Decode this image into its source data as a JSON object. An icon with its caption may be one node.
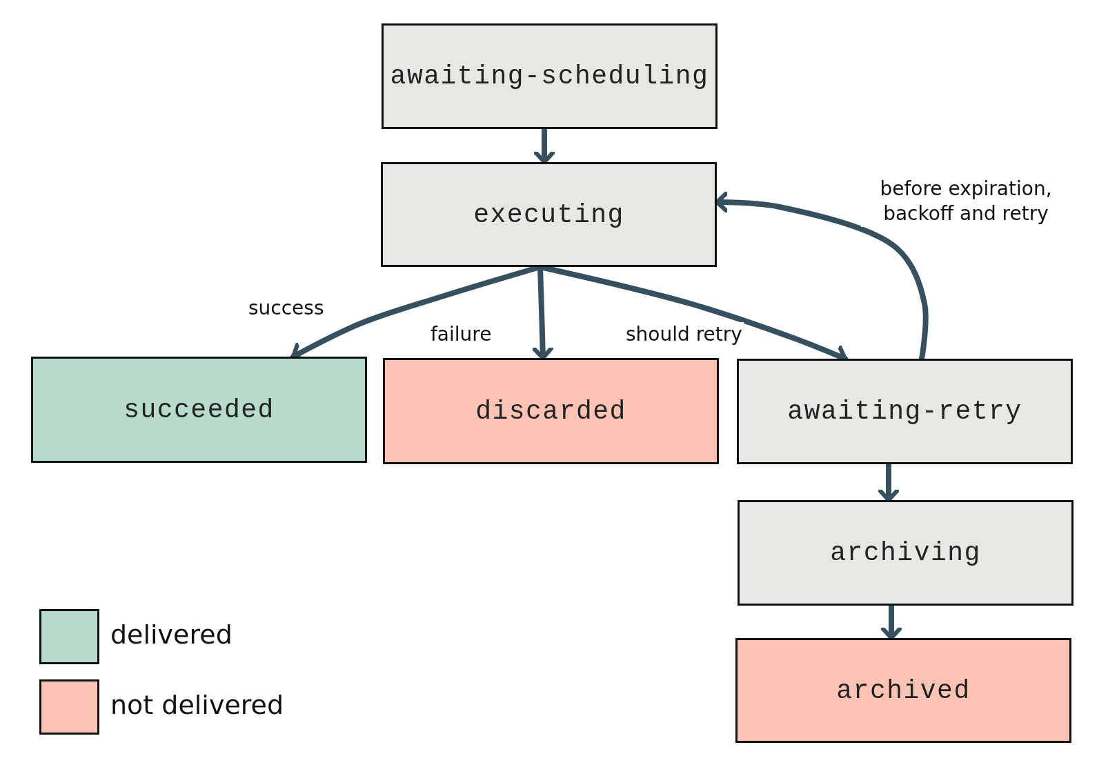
{
  "diagram": {
    "nodes": [
      {
        "text": [
          "awaiting-scheduling"
        ]
      },
      {
        "text": [
          "executing"
        ]
      },
      {
        "text": [
          "succeeded"
        ]
      },
      {
        "text": [
          "discarded"
        ]
      },
      {
        "text": [
          "awaiting-retry"
        ]
      },
      {
        "text": [
          "archiving"
        ]
      },
      {
        "text": [
          "archived"
        ]
      }
    ],
    "edges": [
      {
        "from": 0,
        "to": 1,
        "arrow": "to"
      },
      {
        "from": 1,
        "to": 2,
        "arrow": "to",
        "label": "success"
      },
      {
        "from": 1,
        "to": 3,
        "arrow": "to",
        "label": "failure"
      },
      {
        "from": 1,
        "to": 4,
        "arrow": "to",
        "label": "should retry"
      },
      {
        "from": 4,
        "to": 1,
        "arrow": "to",
        "label": "before expiration, backoff and retry"
      },
      {
        "from": 4,
        "to": 5,
        "arrow": "to"
      },
      {
        "from": 5,
        "to": 6,
        "arrow": "to"
      }
    ],
    "legend": [
      {
        "text": "delivered",
        "color": "#b8dccb"
      },
      {
        "text": "not delivered",
        "color": "#fdc3b4"
      }
    ]
  }
}
